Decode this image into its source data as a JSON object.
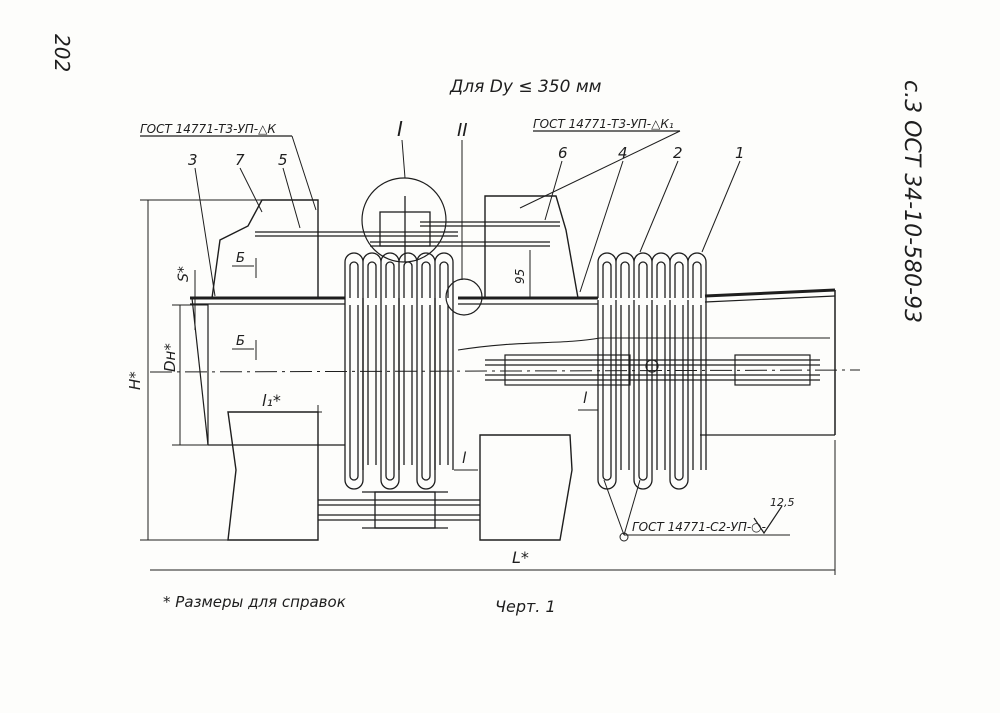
{
  "page": {
    "page_number": "202",
    "sheet_ref": "с.3 ОСТ 34-10-580-93"
  },
  "drawing": {
    "title": "Для Dу ≤ 350 мм",
    "weld_marks": {
      "top_left": "ГОСТ 14771-Т3-УП-△К",
      "top_right": "ГОСТ 14771-Т3-УП-△К₁",
      "bottom": "ГОСТ 14771-С2-УП-○-",
      "roughness": "12,5"
    },
    "view_labels": {
      "view_1": "I",
      "view_2": "II"
    },
    "positions": [
      "1",
      "2",
      "3",
      "4",
      "5",
      "6",
      "7"
    ],
    "dimensions": {
      "H": "H*",
      "Dn": "Dн*",
      "S": "S*",
      "L": "L*",
      "L1": "l₁*",
      "l": "l",
      "gap": "95"
    },
    "section_labels": {
      "upper": "Б",
      "lower": "Б"
    },
    "footnote": "* Размеры для справок",
    "caption": "Черт. 1"
  }
}
